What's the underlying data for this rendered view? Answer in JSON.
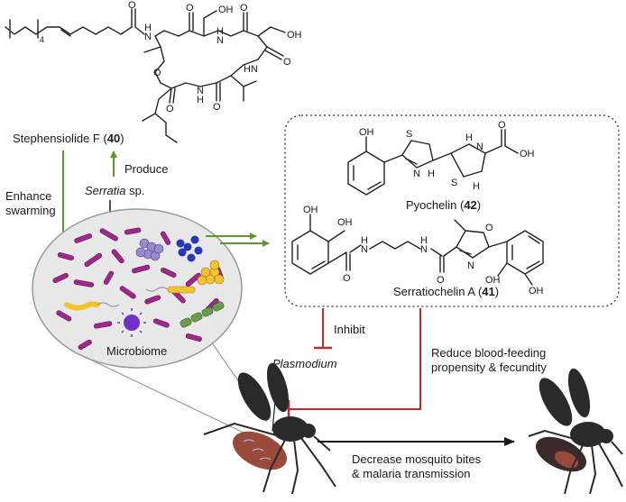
{
  "compounds": {
    "stephensiolide": {
      "name": "Stephensiolide F (",
      "num": "40",
      "close": ")"
    },
    "pyochelin": {
      "name": "Pyochelin (",
      "num": "42",
      "close": ")"
    },
    "serratiochelin": {
      "name": "Serratiochelin A (",
      "num": "41",
      "close": ")"
    }
  },
  "atoms": {
    "oh": "OH",
    "o": "O",
    "n": "N",
    "h": "H",
    "s": "S",
    "sub4": "4"
  },
  "labels": {
    "enhance_line1": "Enhance",
    "enhance_line2": "swarming",
    "produce": "Produce",
    "serratia_genus": "Serratia",
    "serratia_sp": " sp.",
    "microbiome": "Microbiome",
    "inhibit": "Inhibit",
    "plasmodium": "Plasmodium",
    "reduce_line1": "Reduce blood-feeding",
    "reduce_line2": "propensity & fecundity",
    "decrease_line1": "Decrease mosquito bites",
    "decrease_line2": "& malaria transmission"
  },
  "colors": {
    "green_arrow": "#5a9a2c",
    "red_inhibit": "#c8282c",
    "black_arrow": "#1a1a1a",
    "microbiome_fill": "#e8e8e8",
    "rod_purple": "#a0288c",
    "coccus_lilac": "#9c8ad0",
    "coccus_blue": "#2638b8",
    "yellow": "#f2c230",
    "mosquito_body": "#2a2a2a",
    "mosquito_abdomen": "#9a4a3a"
  }
}
